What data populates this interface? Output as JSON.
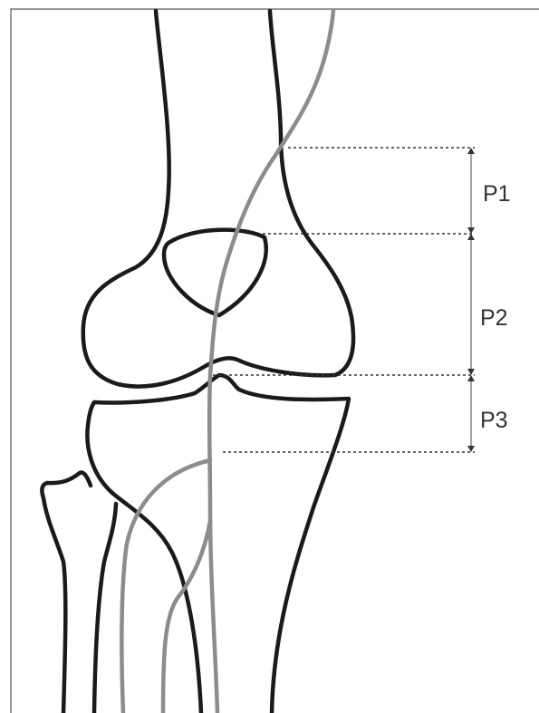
{
  "figure": {
    "segments": [
      {
        "label": "P1"
      },
      {
        "label": "P2"
      },
      {
        "label": "P3"
      }
    ],
    "colors": {
      "bone_outline": "#1a1a1a",
      "vessel": "#8c8c8c",
      "guide_line": "#333333",
      "background": "#ffffff"
    }
  }
}
